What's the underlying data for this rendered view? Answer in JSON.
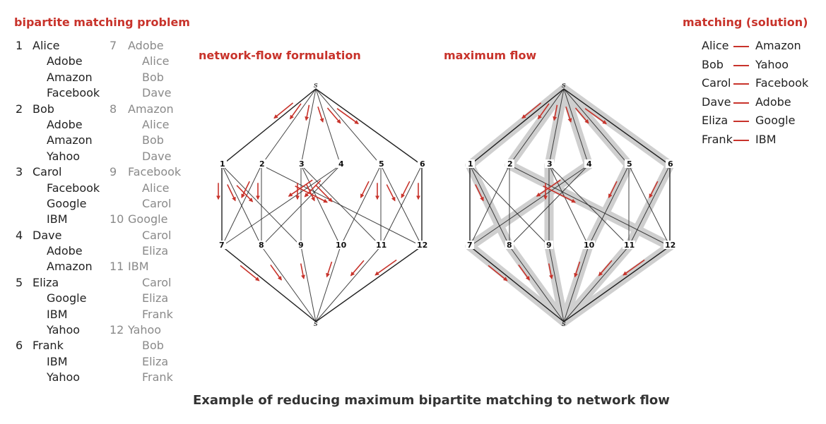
{
  "headings": {
    "problem": "bipartite matching problem",
    "formulation": "network-flow formulation",
    "maxflow": "maximum flow",
    "solution": "matching (solution)"
  },
  "people": [
    {
      "num": "1",
      "name": "Alice",
      "companies": [
        "Adobe",
        "Amazon",
        "Facebook"
      ]
    },
    {
      "num": "2",
      "name": "Bob",
      "companies": [
        "Adobe",
        "Amazon",
        "Yahoo"
      ]
    },
    {
      "num": "3",
      "name": "Carol",
      "companies": [
        "Facebook",
        "Google",
        "IBM"
      ]
    },
    {
      "num": "4",
      "name": "Dave",
      "companies": [
        "Adobe",
        "Amazon"
      ]
    },
    {
      "num": "5",
      "name": "Eliza",
      "companies": [
        "Google",
        "IBM",
        "Yahoo"
      ]
    },
    {
      "num": "6",
      "name": "Frank",
      "companies": [
        "IBM",
        "Yahoo"
      ]
    }
  ],
  "companies": [
    {
      "num": "7",
      "name": "Adobe",
      "people": [
        "Alice",
        "Bob",
        "Dave"
      ]
    },
    {
      "num": "8",
      "name": "Amazon",
      "people": [
        "Alice",
        "Bob",
        "Dave"
      ]
    },
    {
      "num": "9",
      "name": "Facebook",
      "people": [
        "Alice",
        "Carol"
      ]
    },
    {
      "num": "10",
      "name": "Google",
      "people": [
        "Carol",
        "Eliza"
      ]
    },
    {
      "num": "11",
      "name": "IBM",
      "people": [
        "Carol",
        "Eliza",
        "Frank"
      ]
    },
    {
      "num": "12",
      "name": "Yahoo",
      "people": [
        "Bob",
        "Eliza",
        "Frank"
      ]
    }
  ],
  "matching": [
    {
      "person": "Alice",
      "company": "Amazon"
    },
    {
      "person": "Bob",
      "company": "Yahoo"
    },
    {
      "person": "Carol",
      "company": "Facebook"
    },
    {
      "person": "Dave",
      "company": "Adobe"
    },
    {
      "person": "Eliza",
      "company": "Google"
    },
    {
      "person": "Frank",
      "company": "IBM"
    }
  ],
  "graph": {
    "source_label": "s",
    "sink_label": "s",
    "left_nodes": [
      "1",
      "2",
      "3",
      "4",
      "5",
      "6"
    ],
    "right_nodes": [
      "7",
      "8",
      "9",
      "10",
      "11",
      "12"
    ],
    "edges": [
      [
        1,
        7
      ],
      [
        1,
        8
      ],
      [
        1,
        9
      ],
      [
        2,
        7
      ],
      [
        2,
        8
      ],
      [
        2,
        12
      ],
      [
        3,
        9
      ],
      [
        3,
        10
      ],
      [
        3,
        11
      ],
      [
        4,
        7
      ],
      [
        4,
        8
      ],
      [
        5,
        10
      ],
      [
        5,
        11
      ],
      [
        5,
        12
      ],
      [
        6,
        11
      ],
      [
        6,
        12
      ]
    ],
    "flow_edges": [
      [
        1,
        8
      ],
      [
        2,
        12
      ],
      [
        3,
        9
      ],
      [
        4,
        7
      ],
      [
        5,
        10
      ],
      [
        6,
        11
      ]
    ]
  },
  "caption": "Example of reducing maximum bipartite matching to network flow",
  "colors": {
    "accent": "#c8332b",
    "flow": "#cfcfcf",
    "outline": "#222222",
    "muted": "#8a8a8a"
  }
}
